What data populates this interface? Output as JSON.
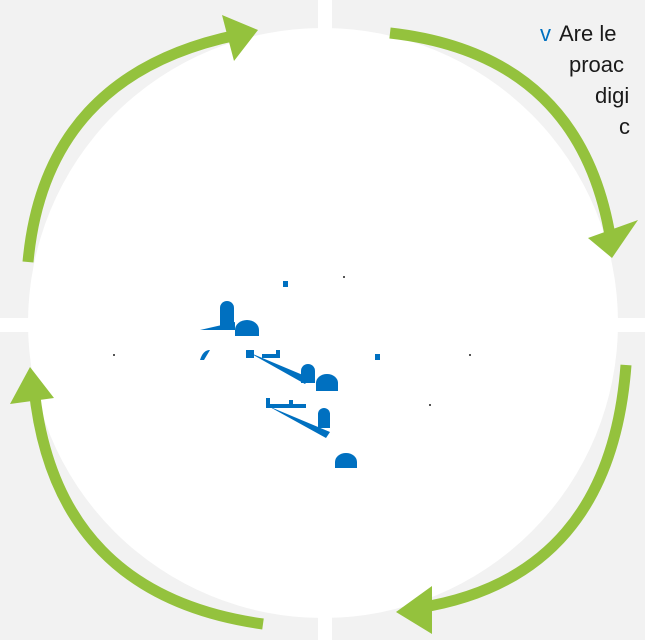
{
  "callout": {
    "bullet": "v",
    "lines": [
      "Are le",
      "proac",
      "digi",
      "c"
    ]
  },
  "colors": {
    "arrow": "#94c23d",
    "quadrant_bg": "#f2f2f2",
    "accent": "#0070c0",
    "text": "#1a1a1a"
  },
  "icons": {
    "cycle_arrows": "circular-arrow-icon",
    "glyph_fragments": "partial-text-fragment"
  }
}
